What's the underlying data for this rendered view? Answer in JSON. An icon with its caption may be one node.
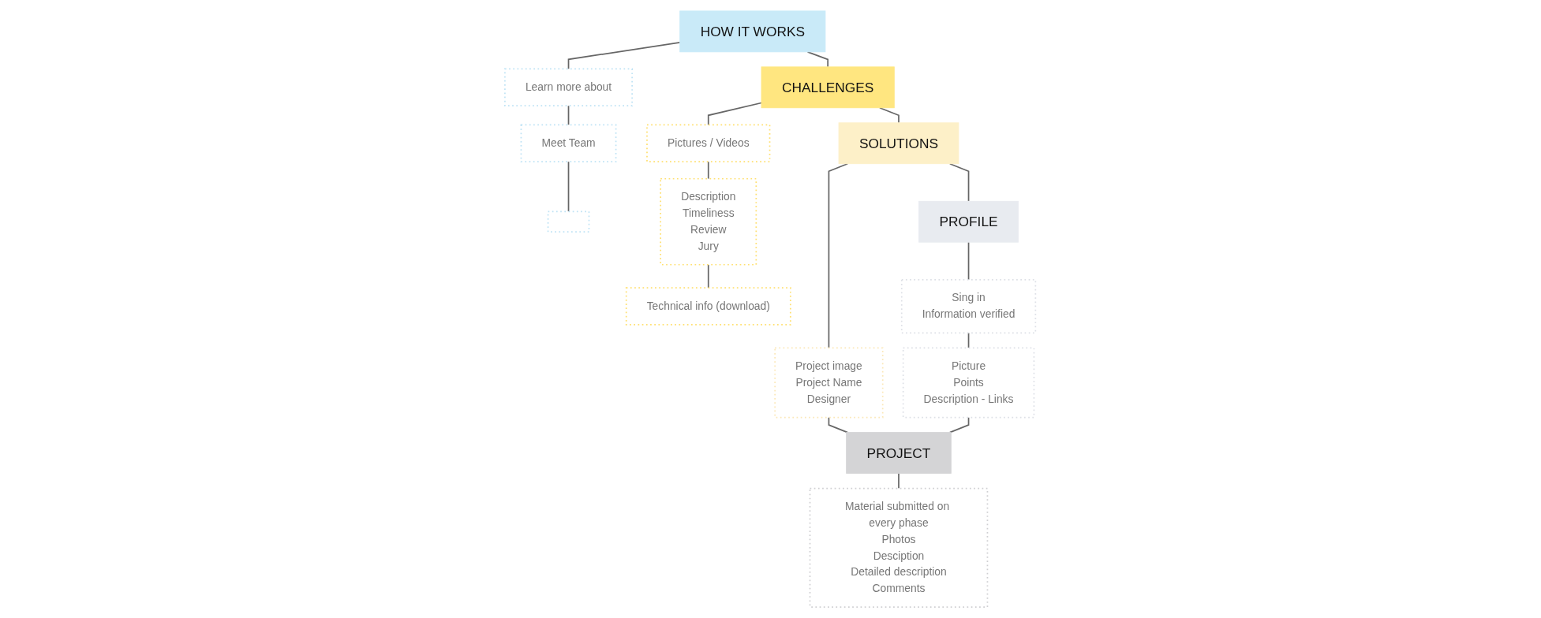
{
  "diagram": {
    "nodes": [
      {
        "text": [
          "HOW IT WORKS"
        ]
      },
      {
        "text": [
          "Learn more about"
        ]
      },
      {
        "text": [
          "Meet Team"
        ]
      },
      {
        "text": [],
        "shape": "box"
      },
      {
        "text": [
          "CHALLENGES"
        ]
      },
      {
        "text": [
          "Pictures / Videos"
        ]
      },
      {
        "text": [
          "Description",
          "Timeliness",
          "Review",
          "Jury"
        ]
      },
      {
        "text": [
          "Technical info (download)"
        ]
      },
      {
        "text": [
          "SOLUTIONS"
        ]
      },
      {
        "text": [
          "Project image",
          "Project Name",
          "Designer"
        ]
      },
      {
        "text": [
          "PROFILE"
        ]
      },
      {
        "text": [
          "Sing in",
          "Information verified"
        ]
      },
      {
        "text": [
          "Picture",
          "Points",
          "Description - Links"
        ]
      },
      {
        "text": [
          "PROJECT"
        ]
      },
      {
        "text": [
          "Material submitted on every phase",
          "Photos",
          "Desciption",
          "Detailed description",
          "Comments"
        ]
      }
    ],
    "edges": [
      {
        "from": 0,
        "to": 4,
        "arrow": "none"
      },
      {
        "from": 4,
        "to": 8,
        "arrow": "none"
      },
      {
        "from": 8,
        "to": 10,
        "arrow": "none"
      },
      {
        "from": 0,
        "to": 1,
        "arrow": "none"
      },
      {
        "from": 1,
        "to": 2,
        "arrow": "none"
      },
      {
        "from": 2,
        "to": 3,
        "arrow": "none"
      },
      {
        "from": 4,
        "to": 5,
        "arrow": "none"
      },
      {
        "from": 5,
        "to": 6,
        "arrow": "none"
      },
      {
        "from": 6,
        "to": 7,
        "arrow": "none"
      },
      {
        "from": 8,
        "to": 9,
        "arrow": "none"
      },
      {
        "from": 10,
        "to": 11,
        "arrow": "none"
      },
      {
        "from": 11,
        "to": 12,
        "arrow": "none"
      },
      {
        "from": 9,
        "to": 13,
        "arrow": "none"
      },
      {
        "from": 12,
        "to": 13,
        "arrow": "none"
      },
      {
        "from": 13,
        "to": 14,
        "arrow": "none"
      }
    ]
  }
}
